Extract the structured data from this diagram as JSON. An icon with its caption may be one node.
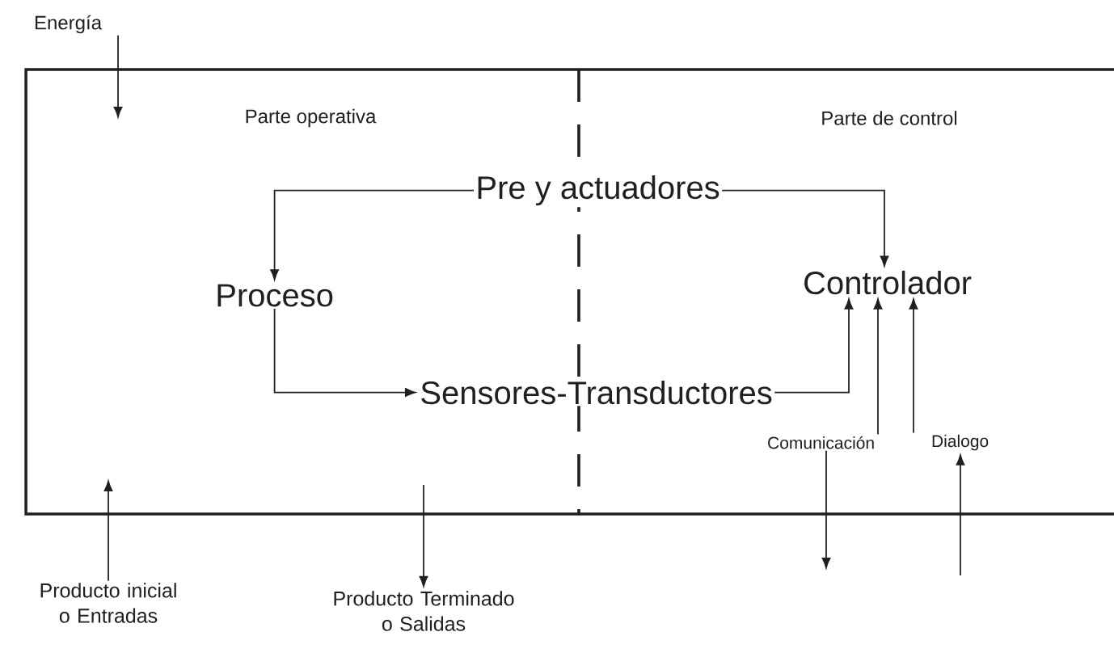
{
  "diagram": {
    "nodes": [
      {
        "text": [
          "Parte operativa",
          "Parte de control"
        ]
      },
      {
        "text": [
          "Energía"
        ]
      },
      {
        "text": [
          "Pre y actuadores"
        ],
        "in": 0
      },
      {
        "text": [
          "Proceso"
        ],
        "in": 0
      },
      {
        "text": [
          "Controlador"
        ],
        "in": 0
      },
      {
        "text": [
          "Sensores-Transductores"
        ],
        "in": 0
      },
      {
        "text": [
          "Comunicación"
        ],
        "in": 0
      },
      {
        "text": [
          "Dialogo"
        ],
        "in": 0
      },
      {
        "text": [
          "Producto inicial o Entradas"
        ]
      },
      {
        "text": [
          "Producto Terminado o Salidas"
        ]
      }
    ],
    "edges": [
      {
        "from": 1,
        "to": null,
        "arrow": "to"
      },
      {
        "from": 2,
        "to": 3,
        "arrow": "to"
      },
      {
        "from": 2,
        "to": 4,
        "arrow": "to"
      },
      {
        "from": 3,
        "to": 5,
        "arrow": "to"
      },
      {
        "from": 5,
        "to": 4,
        "arrow": "to"
      },
      {
        "from": 6,
        "to": 4,
        "arrow": "to"
      },
      {
        "from": 7,
        "to": 4,
        "arrow": "to"
      },
      {
        "from": 8,
        "to": null,
        "arrow": "to"
      },
      {
        "from": null,
        "to": 9,
        "arrow": "to"
      },
      {
        "from": 6,
        "to": null,
        "arrow": "to"
      },
      {
        "from": null,
        "to": 7,
        "arrow": "to"
      }
    ]
  }
}
